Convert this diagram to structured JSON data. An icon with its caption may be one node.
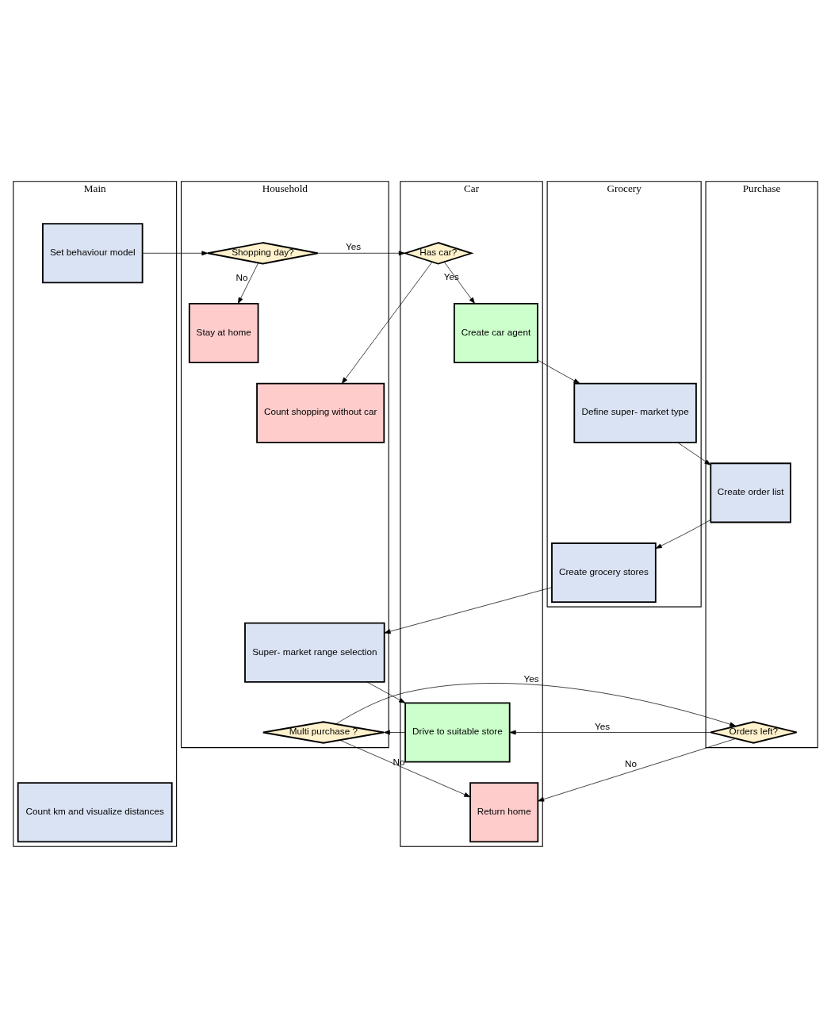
{
  "diagram": {
    "nodes": [
      {
        "text": [
          "Main"
        ]
      },
      {
        "text": [
          "Household"
        ]
      },
      {
        "text": [
          "Grocery"
        ]
      },
      {
        "text": [
          "Car"
        ]
      },
      {
        "text": [
          "Purchase"
        ]
      },
      {
        "text": [
          "Set behaviour model"
        ],
        "in": 0
      },
      {
        "text": [
          "Shopping day?"
        ],
        "in": 1
      },
      {
        "text": [
          "Has car?"
        ],
        "in": 3
      },
      {
        "text": [
          "Stay at home"
        ],
        "in": 1
      },
      {
        "text": [
          "Create car agent"
        ],
        "in": 3
      },
      {
        "text": [
          "Count shopping without car"
        ],
        "in": 1
      },
      {
        "text": [
          "Define super- market type"
        ],
        "in": 2
      },
      {
        "text": [
          "Create order list"
        ],
        "in": 4
      },
      {
        "text": [
          "Create grocery stores"
        ],
        "in": 2
      },
      {
        "text": [
          "Super- market range selection"
        ],
        "in": 1
      },
      {
        "text": [
          "Drive to suitable store"
        ],
        "in": 3
      },
      {
        "text": [
          "Multi purchase ?"
        ],
        "in": 1
      },
      {
        "text": [
          "Orders left?"
        ],
        "in": 4
      },
      {
        "text": [
          "Return home"
        ],
        "in": 3
      },
      {
        "text": [
          "Count km and visualize distances"
        ],
        "in": 0
      }
    ],
    "edges": [
      {
        "from": 5,
        "to": 6,
        "arrow": "to"
      },
      {
        "from": 6,
        "to": 7,
        "arrow": "to",
        "label": "Yes"
      },
      {
        "from": 6,
        "to": 8,
        "arrow": "to",
        "label": "No"
      },
      {
        "from": 7,
        "to": 9,
        "arrow": "to",
        "label": "Yes"
      },
      {
        "from": 7,
        "to": 10,
        "arrow": "to"
      },
      {
        "from": 9,
        "to": 11,
        "arrow": "to"
      },
      {
        "from": 11,
        "to": 12,
        "arrow": "to"
      },
      {
        "from": 12,
        "to": 13,
        "arrow": "to"
      },
      {
        "from": 13,
        "to": 14,
        "arrow": "to"
      },
      {
        "from": 14,
        "to": 15,
        "arrow": "to"
      },
      {
        "from": 17,
        "to": 15,
        "arrow": "to",
        "label": "Yes"
      },
      {
        "from": 15,
        "to": 16,
        "arrow": "to"
      },
      {
        "from": 16,
        "to": 17,
        "arrow": "to",
        "label": "Yes"
      },
      {
        "from": 16,
        "to": 18,
        "arrow": "to",
        "label": "No"
      },
      {
        "from": 17,
        "to": 18,
        "arrow": "to",
        "label": "No"
      }
    ]
  }
}
